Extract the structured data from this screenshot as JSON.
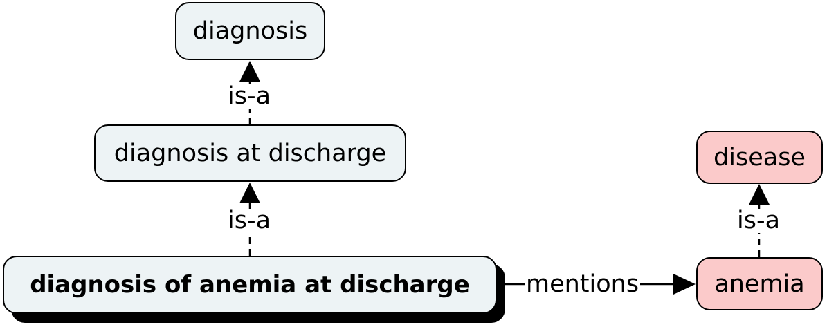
{
  "colors": {
    "concept_fill": "#edf3f5",
    "disease_fill": "#fbcaca",
    "stroke": "#000000"
  },
  "nodes": {
    "diagnosis": "diagnosis",
    "diagnosis_at_discharge": "diagnosis at discharge",
    "diagnosis_of_anemia": "diagnosis of anemia at discharge",
    "disease": "disease",
    "anemia": "anemia"
  },
  "edges": {
    "is_a_top": "is-a",
    "is_a_middle": "is-a",
    "is_a_right": "is-a",
    "mentions": "mentions"
  }
}
